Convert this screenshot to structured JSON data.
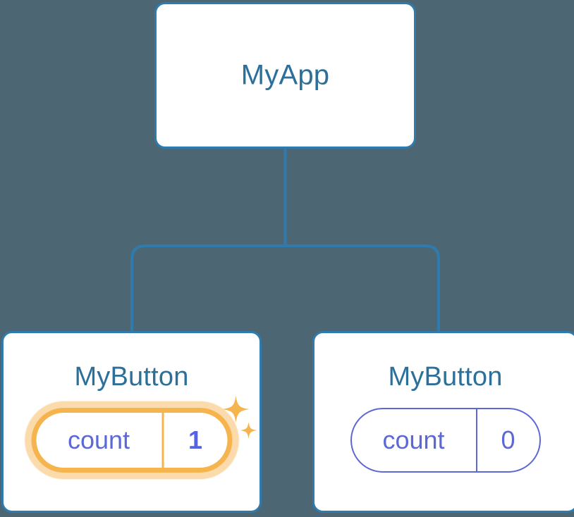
{
  "diagram": {
    "type": "component-tree",
    "background_color": "#4c6773",
    "node_border_color": "#2f7bad",
    "node_fill_color": "#ffffff",
    "title_color": "#2c7099",
    "connector_color": "#2f7bad",
    "state_color": "#5c68d6",
    "highlight_color": "#f6b44f",
    "highlight_value_color": "#5562e8",
    "root": {
      "title": "MyApp"
    },
    "children": [
      {
        "title": "MyButton",
        "state": {
          "key": "count",
          "value": "1"
        },
        "highlighted": true,
        "sparkle_icons": [
          "sparkle-large-icon",
          "sparkle-small-icon"
        ]
      },
      {
        "title": "MyButton",
        "state": {
          "key": "count",
          "value": "0"
        },
        "highlighted": false
      }
    ]
  }
}
